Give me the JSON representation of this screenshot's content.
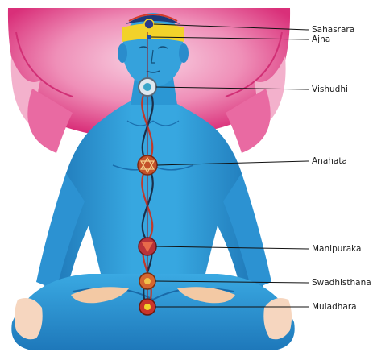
{
  "diagram": {
    "chakras": [
      {
        "id": "sahasrara",
        "label": "Sahasrara",
        "color": "#2b3a8a"
      },
      {
        "id": "ajna",
        "label": "Ajna",
        "color": "#1e4fa8"
      },
      {
        "id": "vishudhi",
        "label": "Vishudhi",
        "color": "#3aa6c9"
      },
      {
        "id": "anahata",
        "label": "Anahata",
        "color": "#c4512a"
      },
      {
        "id": "manipuraka",
        "label": "Manipuraka",
        "color": "#b8323a"
      },
      {
        "id": "swadhisthana",
        "label": "Swadhisthana",
        "color": "#d4662f"
      },
      {
        "id": "muladhara",
        "label": "Muladhara",
        "color": "#c8342a"
      }
    ],
    "colors": {
      "body": "#2d9ad6",
      "body_shadow": "#1c72b3",
      "lotus": "#e2458a",
      "lotus_light": "#f6c2d8",
      "headband": "#f2d22a",
      "channel_red": "#c0392b",
      "channel_dark": "#1b2f4a",
      "skin": "#f3c9a4"
    }
  }
}
